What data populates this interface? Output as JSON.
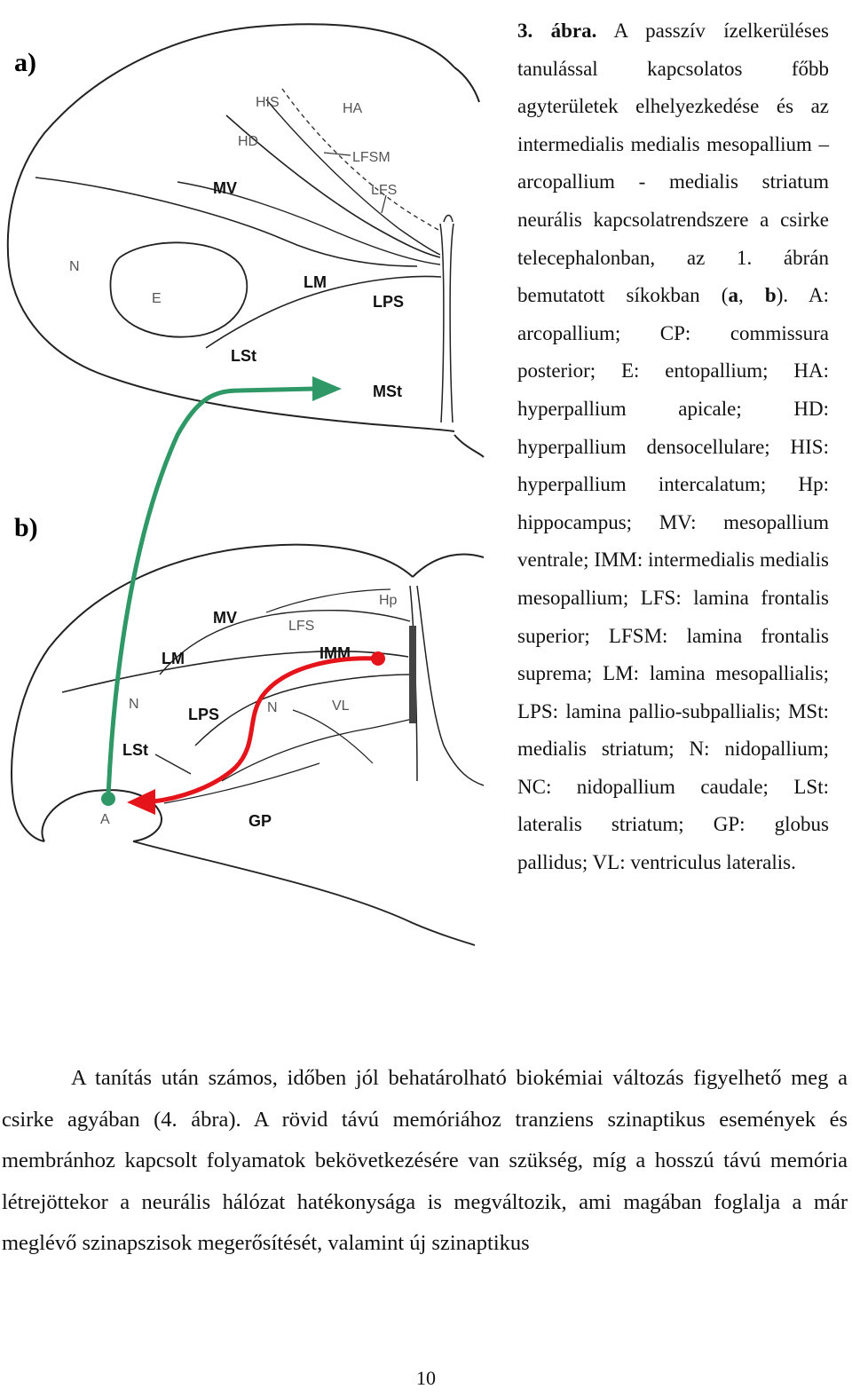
{
  "figure": {
    "panel_a": "a)",
    "panel_b": "b)",
    "labels_a": {
      "HIS": "HIS",
      "HA": "HA",
      "HD": "HD",
      "LFSM": "LFSM",
      "MV": "MV",
      "LFS": "LFS",
      "N": "N",
      "E": "E",
      "LM": "LM",
      "LPS": "LPS",
      "LSt": "LSt",
      "MSt": "MSt"
    },
    "labels_b": {
      "Hp": "Hp",
      "MV": "MV",
      "LFS": "LFS",
      "IMM": "IMM",
      "LM": "LM",
      "N_left": "N",
      "LPS": "LPS",
      "N_mid": "N",
      "VL": "VL",
      "LSt": "LSt",
      "A": "A",
      "GP": "GP"
    },
    "colors": {
      "green_pathway": "#2e9866",
      "red_pathway": "#e5141b",
      "outline": "#222222"
    }
  },
  "caption": {
    "number": "3. ábra.",
    "text_1": " A passzív ízelkerüléses tanulással kapcsolatos főbb agyterületek elhelyezkedése és az intermedialis medialis mesopallium – arcopallium - medialis striatum neurális kapcsolatrendszere a csirke telecephalonban, az 1. ábrán bemutatott síkokban (",
    "a": "a",
    "sep": ", ",
    "b": "b",
    "text_2": "). A: arcopallium; CP: commissura posterior; E: entopallium; HA: hyperpallium apicale; HD: hyperpallium densocellulare; HIS: hyperpallium intercalatum; Hp: hippocampus; MV: mesopallium ventrale; IMM: intermedialis medialis mesopallium; LFS: lamina frontalis superior; LFSM: lamina frontalis suprema; LM: lamina mesopallialis; LPS: lamina pallio-subpallialis; MSt: medialis striatum; N: nidopallium; NC: nidopallium caudale; LSt: lateralis striatum; GP: globus pallidus; VL: ventriculus lateralis."
  },
  "body_paragraph": "A tanítás után számos, időben jól behatárolható biokémiai változás figyelhető meg a csirke agyában (4. ábra). A rövid távú memóriához tranziens szinaptikus események és membránhoz kapcsolt folyamatok bekövetkezésére van szükség, míg a hosszú távú memória létrejöttekor a neurális hálózat hatékonysága is megváltozik, ami magában foglalja a már meglévő szinapszisok megerősítését, valamint új szinaptikus",
  "page_number": "10"
}
